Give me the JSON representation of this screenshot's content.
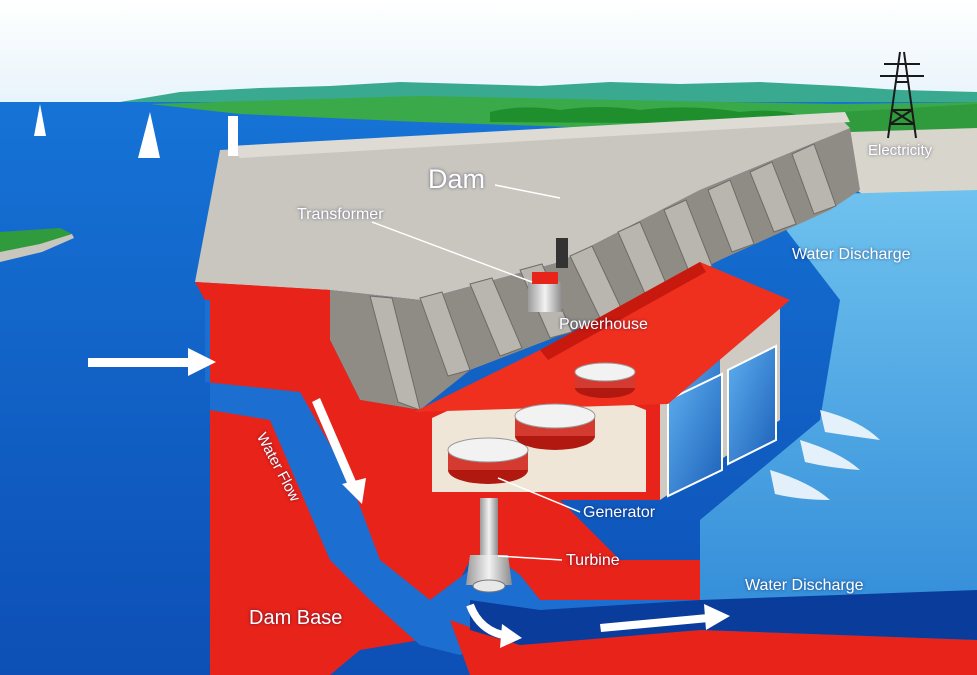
{
  "labels": {
    "dam": "Dam",
    "transformer": "Transformer",
    "powerhouse": "Powerhouse",
    "electricity": "Electricity",
    "water_discharge_upper": "Water Discharge",
    "water_discharge_lower": "Water Discharge",
    "water_flow": "Water Flow",
    "generator": "Generator",
    "turbine": "Turbine",
    "dam_base": "Dam Base"
  },
  "icons": {
    "flow_arrows": [
      "inflow-arrow-icon",
      "water-flow-arrow-icon",
      "outflow-curve-arrow-icon",
      "outflow-arrow-icon"
    ],
    "tower": "transmission-tower-icon",
    "sailboats": "sailboat-icon"
  },
  "colors": {
    "sky": "#ffffff",
    "reservoir": "#1c6fd1",
    "deep_water": "#0a3c9c",
    "dam_red": "#e8231a",
    "roof_red": "#f0301f",
    "concrete": "#cbc9c4",
    "grass": "#2f9b3c",
    "arrow": "#ffffff"
  }
}
